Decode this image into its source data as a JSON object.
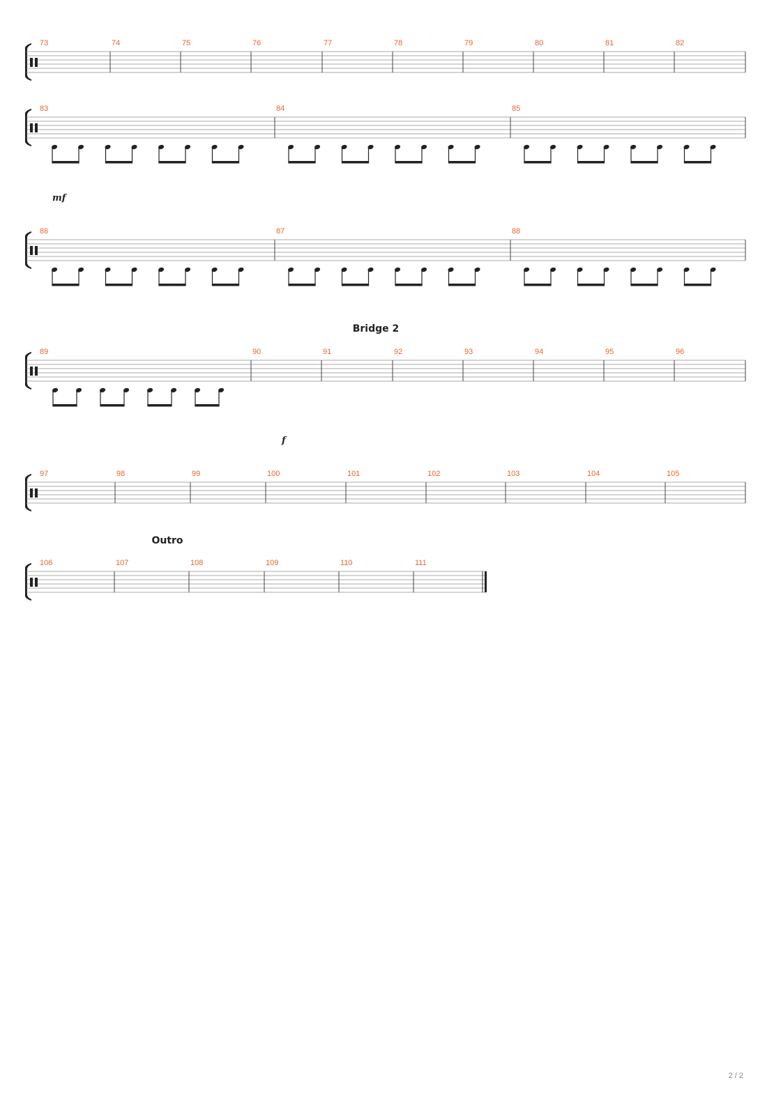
{
  "page": {
    "page_number": "2 / 2"
  },
  "rhythm_note_count": 8,
  "systems": [
    {
      "measures": [
        "73",
        "74",
        "75",
        "76",
        "77",
        "78",
        "79",
        "80",
        "81",
        "82"
      ],
      "rhythm_measures": []
    },
    {
      "measures": [
        "83",
        "84",
        "85"
      ],
      "rhythm_measures": [
        0,
        1,
        2
      ],
      "dynamic": "mf"
    },
    {
      "measures": [
        "86",
        "87",
        "88"
      ],
      "rhythm_measures": [
        0,
        1,
        2
      ]
    },
    {
      "section": "Bridge 2",
      "measures": [
        "89",
        "90",
        "91",
        "92",
        "93",
        "94",
        "95",
        "96"
      ],
      "rhythm_measures": [
        0
      ],
      "dynamic": "f"
    },
    {
      "measures": [
        "97",
        "98",
        "99",
        "100",
        "101",
        "102",
        "103",
        "104",
        "105"
      ],
      "rhythm_measures": []
    },
    {
      "section": "Outro",
      "measures": [
        "106",
        "107",
        "108",
        "109",
        "110",
        "111"
      ],
      "rhythm_measures": [],
      "final_barline": true
    }
  ]
}
